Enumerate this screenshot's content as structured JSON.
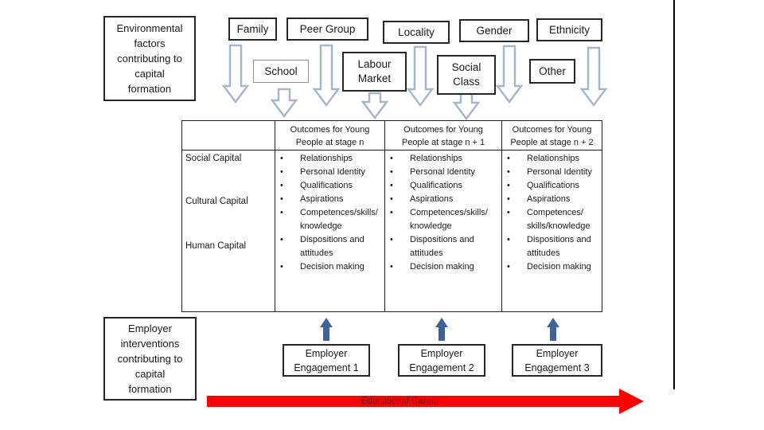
{
  "top_left_box": {
    "text": "Environmental\nfactors\ncontributing to\ncapital\nformation"
  },
  "bottom_left_box": {
    "text": "Employer\ninterventions\ncontributing to\ncapital\nformation"
  },
  "factors_row1": [
    {
      "label": "Family"
    },
    {
      "label": "Peer Group"
    },
    {
      "label": "Locality"
    },
    {
      "label": "Gender"
    },
    {
      "label": "Ethnicity"
    }
  ],
  "factors_row2": [
    {
      "label": "School"
    },
    {
      "label": "Labour Market"
    },
    {
      "label": "Social Class"
    },
    {
      "label": "Other"
    }
  ],
  "table": {
    "row_labels": [
      "Social Capital",
      "Cultural Capital",
      "Human Capital"
    ],
    "columns": [
      {
        "header": "Outcomes for Young\nPeople at stage n",
        "items": [
          "Relationships",
          "Personal Identity",
          "Qualifications",
          "Aspirations",
          "Competences/skills/\nknowledge",
          "Dispositions and\nattitudes",
          "Decision making"
        ]
      },
      {
        "header": "Outcomes for Young\nPeople at stage n + 1",
        "items": [
          "Relationships",
          "Personal Identity",
          "Qualifications",
          "Aspirations",
          "Competences/skills/\nknowledge",
          "Dispositions and\nattitudes",
          "Decision making"
        ]
      },
      {
        "header": "Outcomes for Young\nPeople at stage n + 2",
        "items": [
          "Relationships",
          "Personal Identity",
          "Qualifications",
          "Aspirations",
          "Competences/\nskills/knowledge",
          "Dispositions and\nattitudes",
          "Decision making"
        ]
      }
    ]
  },
  "employer_boxes": [
    {
      "label": "Employer\nEngagement 1"
    },
    {
      "label": "Employer\nEngagement 2"
    },
    {
      "label": "Employer\nEngagement 3"
    }
  ],
  "career_arrow": {
    "label": "Educational Career"
  },
  "colors": {
    "hollow_arrow_stroke": "#a8b6c9",
    "solid_arrow_fill": "#3e6497",
    "career_red": "#fe0000",
    "career_label": "#701812",
    "box_border": "#262626"
  }
}
